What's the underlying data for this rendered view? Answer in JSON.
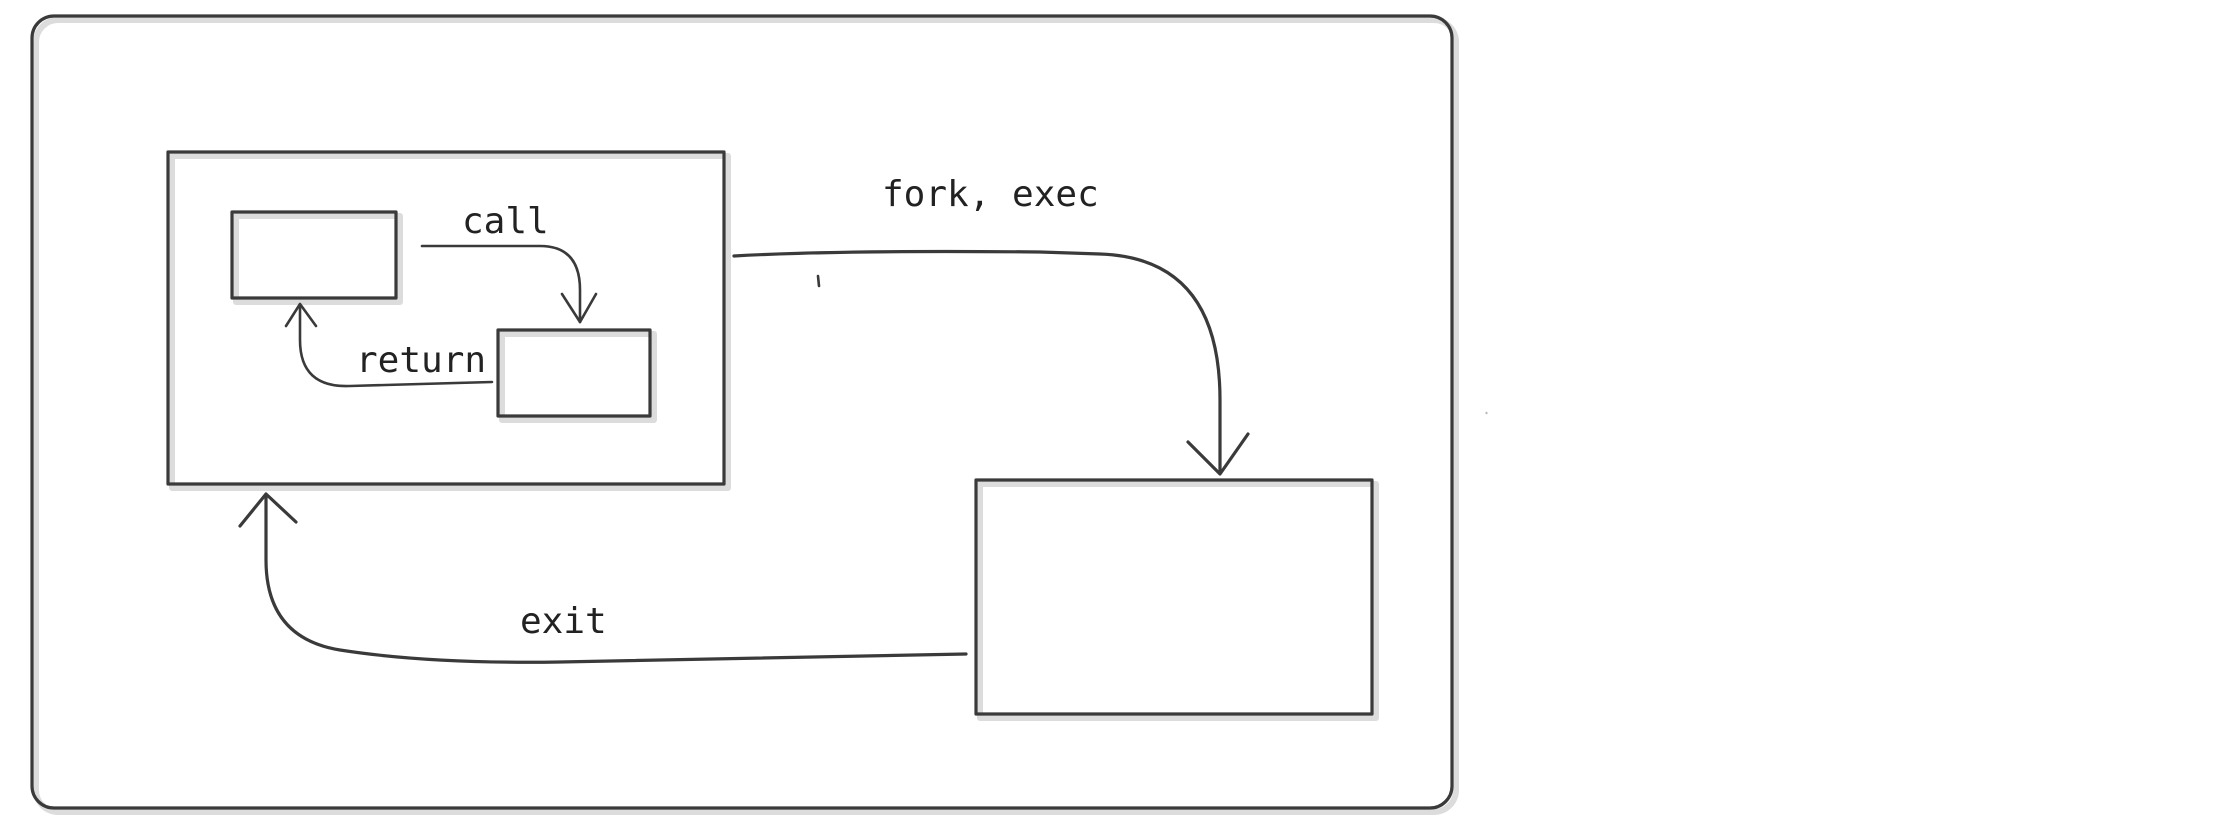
{
  "labels": {
    "call": "call",
    "return": "return",
    "fork_exec": "fork, exec",
    "exit": "exit"
  },
  "colors": {
    "stroke": "#3a3a3a",
    "text": "#222222",
    "background": "#ffffff"
  }
}
